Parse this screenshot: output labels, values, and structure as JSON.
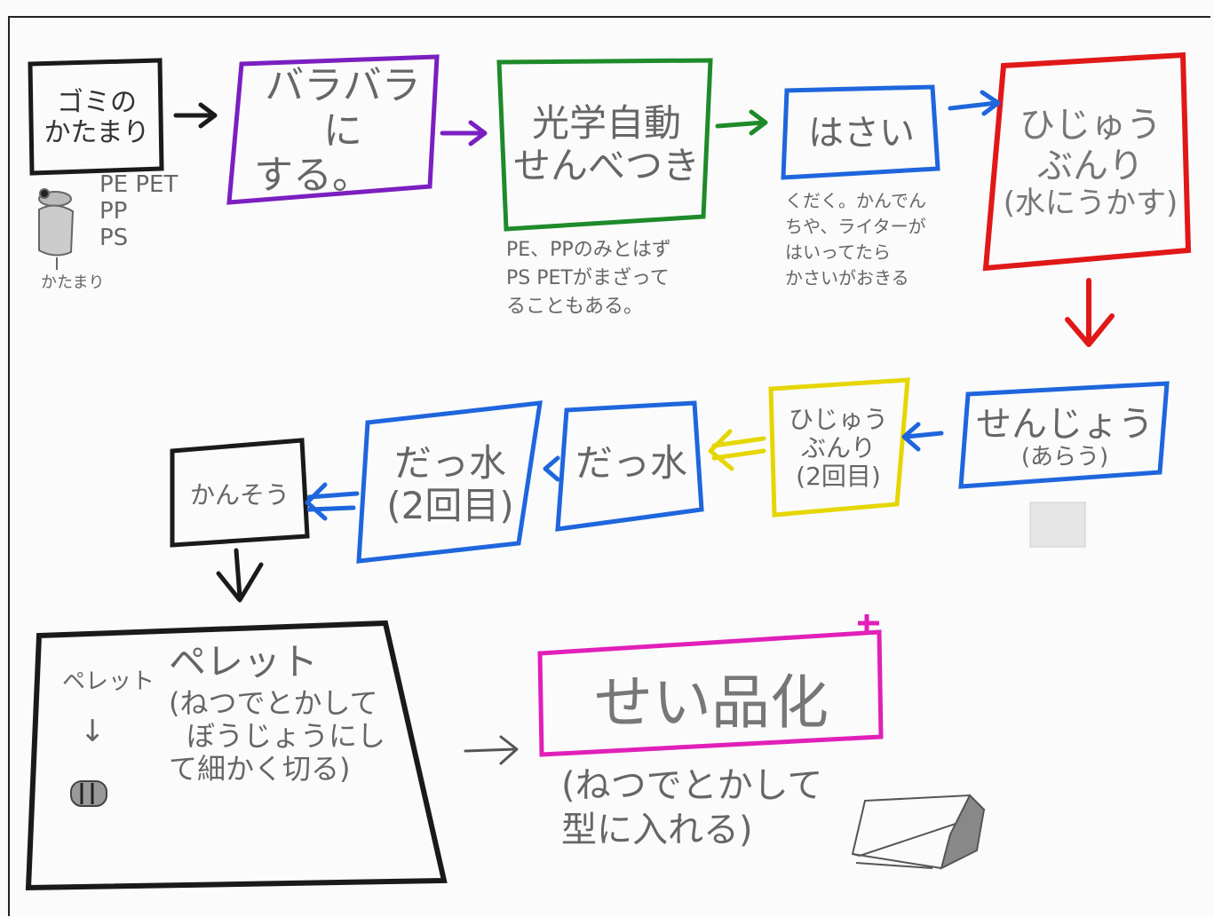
{
  "nodes": {
    "gomi": {
      "line1": "ゴミの",
      "line2": "かたまり"
    },
    "bara": {
      "line1": "バラバラに",
      "line2": "する。"
    },
    "kogaku": {
      "line1": "光学自動",
      "line2": "せんべつき"
    },
    "hasai": {
      "line1": "はさい"
    },
    "hijuu1": {
      "line1": "ひじゅう",
      "line2": "ぶんり",
      "line3": "(水にうかす)"
    },
    "senjou": {
      "line1": "せんじょう",
      "line2": "(あらう)"
    },
    "hijuu2": {
      "line1": "ひじゅう",
      "line2": "ぶんり",
      "line3": "(2回目)"
    },
    "dassui1": {
      "line1": "だっ水"
    },
    "dassui2": {
      "line1": "だっ水",
      "line2": "(2回目)"
    },
    "kansou": {
      "line1": "かんそう"
    },
    "pellet": {
      "title": "ペレット",
      "line2": "(ねつでとかして",
      "line3": "ぼうじょうにし",
      "line4": "て細かく切る)"
    },
    "seihin": {
      "line1": "せい品化"
    }
  },
  "notes": {
    "plastics": {
      "l1": "PE PET",
      "l2": "PP",
      "l3": "PS"
    },
    "katamari": "かたまり",
    "kogaku_note": {
      "l1": "PE、PPのみとはず",
      "l2": "PS PETがまざって",
      "l3": "ることもある。"
    },
    "hasai_note": {
      "l1": "くだく。かんでん",
      "l2": "ちや、ライターが",
      "l3": "はいってたら",
      "l4": "かさいがおきる"
    },
    "pellet_side": "ペレット",
    "pellet_arrow": "↓",
    "seihin_note": {
      "l1": "(ねつでとかして",
      "l2": "型に入れる)"
    }
  },
  "colors": {
    "black": "#1a1a1a",
    "purple": "#7a1fc0",
    "green": "#1f8a2a",
    "blue": "#1f66dd",
    "red": "#e01818",
    "yellow": "#e6d600",
    "magenta": "#e020b8"
  }
}
